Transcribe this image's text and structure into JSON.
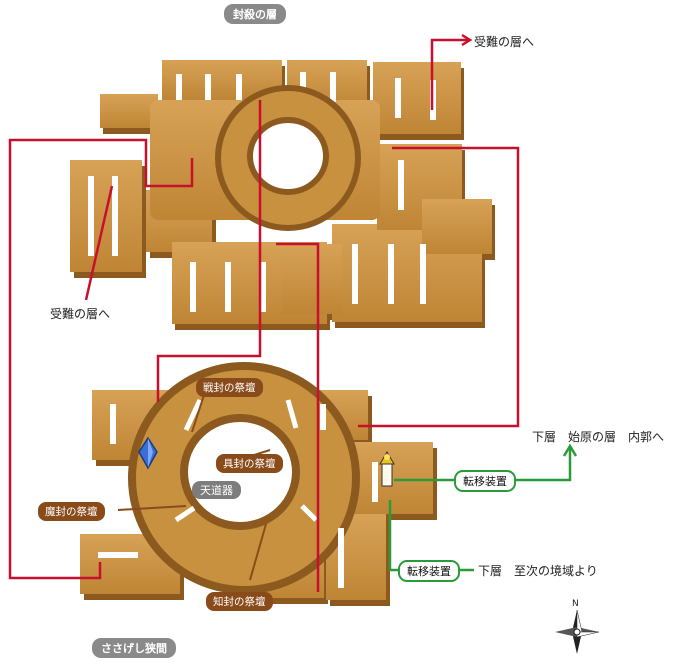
{
  "floors": {
    "upper_title": "封殺の層",
    "lower_title": "ささげし狭間"
  },
  "labels": {
    "to_junan_top": "受難の層へ",
    "to_junan_left": "受難の層へ",
    "to_shigen": "下層　始原の層　内郭へ",
    "from_shiji": "下層　至次の境域より"
  },
  "altars": {
    "sen": "戦封の祭壇",
    "gu": "具封の祭壇",
    "ma": "魔封の祭壇",
    "chi": "知封の祭壇",
    "tendouki": "天道器"
  },
  "devices": {
    "upper": "転移装置",
    "lower": "転移装置"
  },
  "compass": {
    "north": "N"
  },
  "colors": {
    "block_top": "#c8913f",
    "block_side": "#8c5a1e",
    "route_red": "#c8102e",
    "route_green": "#2a9a3a",
    "altar_pill": "#8a4b1b",
    "floor_pill": "#8a8a8a"
  }
}
